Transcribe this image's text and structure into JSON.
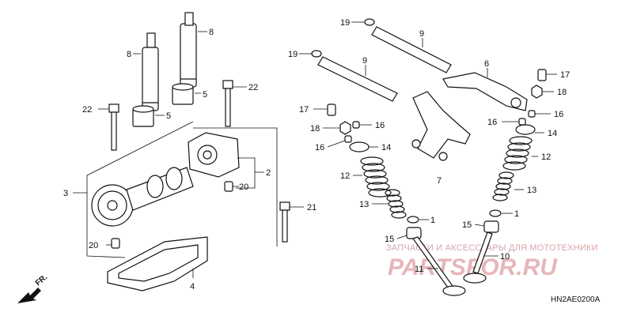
{
  "callouts": {
    "c1a": "1",
    "c1b": "1",
    "c2": "2",
    "c3": "3",
    "c4": "4",
    "c5a": "5",
    "c5b": "5",
    "c6": "6",
    "c7": "7",
    "c8a": "8",
    "c8b": "8",
    "c9a": "9",
    "c9b": "9",
    "c10": "10",
    "c11": "11",
    "c12a": "12",
    "c12b": "12",
    "c13a": "13",
    "c13b": "13",
    "c14a": "14",
    "c14b": "14",
    "c15a": "15",
    "c15b": "15",
    "c16a": "16",
    "c16b": "16",
    "c16c": "16",
    "c16d": "16",
    "c17a": "17",
    "c17b": "17",
    "c18a": "18",
    "c18b": "18",
    "c19a": "19",
    "c19b": "19",
    "c20a": "20",
    "c20b": "20",
    "c21": "21",
    "c22a": "22",
    "c22b": "22"
  },
  "direction_label": "FR.",
  "diagram_code": "HN2AE0200A",
  "watermark": {
    "top_text": "ЗАПЧАСТИ И АКСЕССУАРЫ ДЛЯ МОТОТЕХНИКИ",
    "logo_text": "PARTSFOR.RU"
  },
  "colors": {
    "ink": "#111111",
    "watermark": "#e2aab0"
  }
}
